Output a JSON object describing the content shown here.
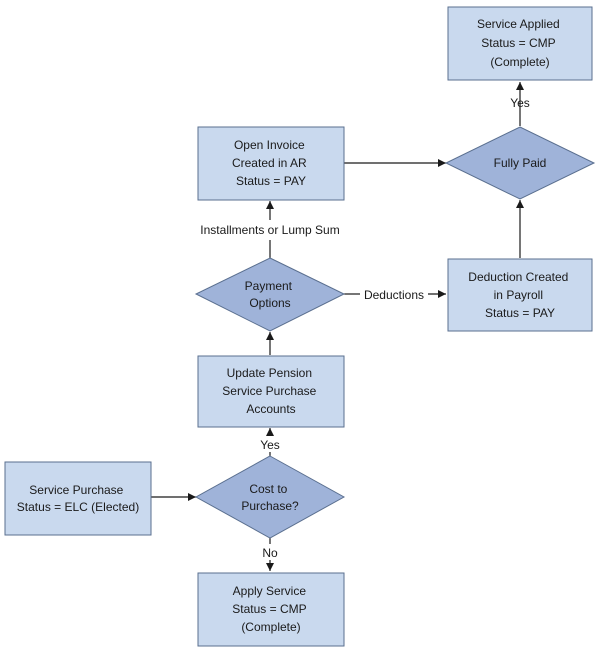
{
  "nodes": {
    "service_applied": [
      "Service Applied",
      "Status = CMP",
      "(Complete)"
    ],
    "open_invoice": [
      "Open Invoice",
      "Created in AR",
      "Status = PAY"
    ],
    "fully_paid": [
      "Fully Paid"
    ],
    "payment_options": [
      "Payment",
      "Options"
    ],
    "deduction_created": [
      "Deduction Created",
      "in Payroll",
      "Status = PAY"
    ],
    "update_pension": [
      "Update Pension",
      "Service Purchase",
      "Accounts"
    ],
    "service_purchase": [
      "Service Purchase",
      "Status = ELC (Elected)"
    ],
    "cost_to_purchase": [
      "Cost to",
      "Purchase?"
    ],
    "apply_service": [
      "Apply Service",
      "Status = CMP",
      "(Complete)"
    ]
  },
  "edge_labels": {
    "yes_top": "Yes",
    "installments": "Installments or Lump Sum",
    "deductions": "Deductions",
    "yes_bottom": "Yes",
    "no": "No"
  },
  "colors": {
    "box_fill": "#c9d9ee",
    "diamond_fill": "#9fb3d9",
    "outline": "#5a6f8f",
    "arrow": "#1a1a1a"
  }
}
